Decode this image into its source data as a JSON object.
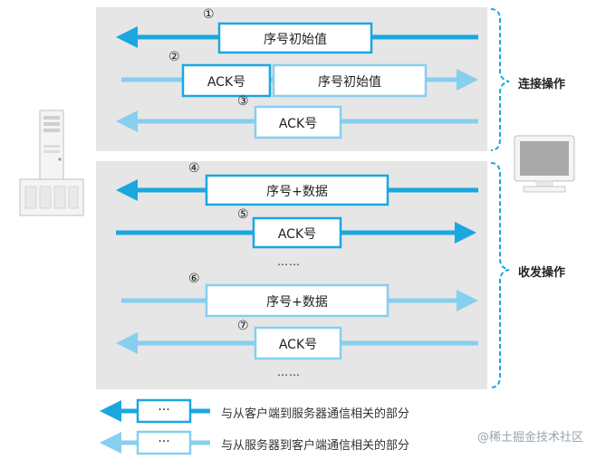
{
  "colors": {
    "client_to_server": "#1aa7e0",
    "server_to_client": "#86cfee",
    "panel": "#e6e6e6",
    "brace": "#1aa7e0"
  },
  "connection_phase": {
    "label": "连接操作",
    "steps": [
      {
        "num": "①",
        "label": "序号初始值"
      },
      {
        "num": "②",
        "label": "ACK号",
        "label2": "序号初始值"
      },
      {
        "num": "③",
        "label": "ACK号"
      }
    ]
  },
  "transfer_phase": {
    "label": "收发操作",
    "steps": [
      {
        "num": "④",
        "label": "序号+数据"
      },
      {
        "num": "⑤",
        "label": "ACK号"
      },
      {
        "num": "⑥",
        "label": "序号+数据"
      },
      {
        "num": "⑦",
        "label": "ACK号"
      }
    ],
    "ellipsis": "……"
  },
  "legend": {
    "box_text": "···",
    "client_to_server": "与从客户端到服务器通信相关的部分",
    "server_to_client": "与从服务器到客户端通信相关的部分"
  },
  "icons": {
    "server": "server-tower-icon",
    "client": "computer-monitor-icon"
  },
  "watermark": "@稀土掘金技术社区"
}
